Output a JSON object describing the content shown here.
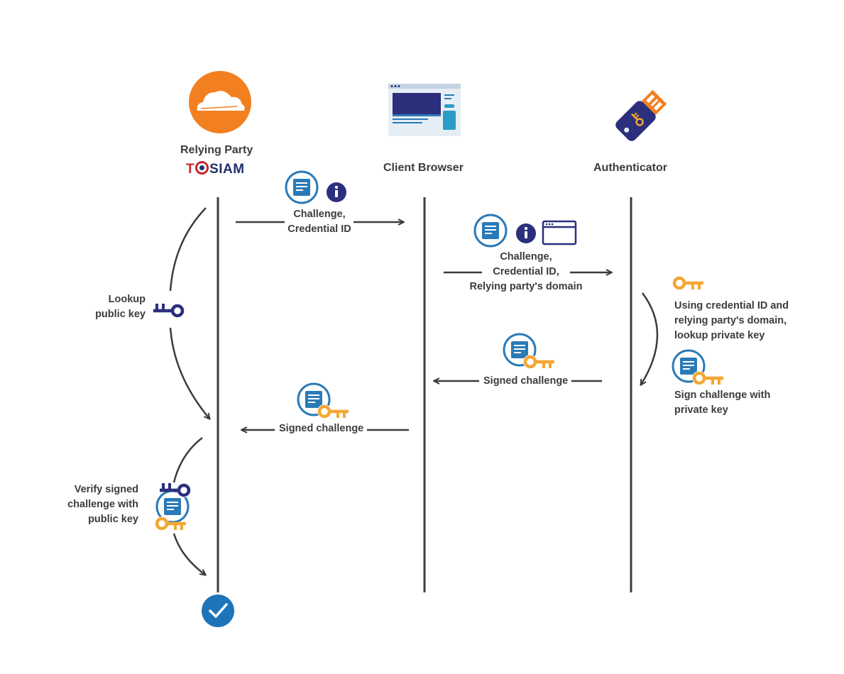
{
  "participants": {
    "relying_party": "Relying Party",
    "relying_party_logo": "TOSIAM",
    "client_browser": "Client Browser",
    "authenticator": "Authenticator"
  },
  "steps": {
    "rp_to_browser": [
      "Challenge,",
      "Credential ID"
    ],
    "browser_to_auth": [
      "Challenge,",
      "Credential ID,",
      "Relying party's domain"
    ],
    "auth_lookup": [
      "Using credential ID and",
      "relying party's domain,",
      "lookup private key"
    ],
    "auth_sign": [
      "Sign challenge with",
      "private key"
    ],
    "auth_to_browser": "Signed challenge",
    "browser_to_rp": "Signed challenge",
    "rp_lookup": [
      "Lookup",
      "public key"
    ],
    "rp_verify": [
      "Verify signed",
      "challenge with",
      "public key"
    ]
  },
  "icons": [
    "cloud-logo",
    "browser-window-icon",
    "security-key-icon",
    "document-icon",
    "info-icon",
    "key-icon",
    "public-key-icon",
    "checkmark-icon"
  ],
  "colors": {
    "cloud_orange": "#f38020",
    "doc_blue": "#2a7ab8",
    "info_navy": "#2b2f7c",
    "key_orange": "#f4a733",
    "check_blue": "#1e74b8",
    "line": "#3c3c3c"
  }
}
